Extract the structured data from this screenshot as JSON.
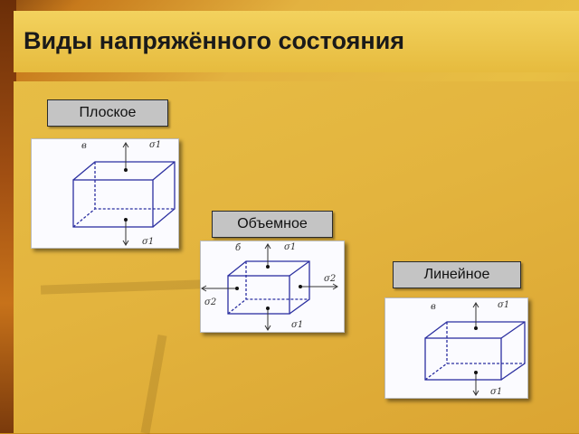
{
  "slide": {
    "title": "Виды напряжённого состояния"
  },
  "panels": [
    {
      "label": "Плоское",
      "fig_letter": "в",
      "s_top": "σ1",
      "s_bottom": "σ1"
    },
    {
      "label": "Объемное",
      "fig_letter": "б",
      "s_top": "σ1",
      "s_bottom": "σ1",
      "s_left": "σ2",
      "s_right": "σ2"
    },
    {
      "label": "Линейное",
      "fig_letter": "в",
      "s_top": "σ1",
      "s_bottom": "σ1"
    }
  ],
  "colors": {
    "cube_edge": "#2b2fa0",
    "arrow": "#333333",
    "label_bg": "#c4c4c4"
  }
}
